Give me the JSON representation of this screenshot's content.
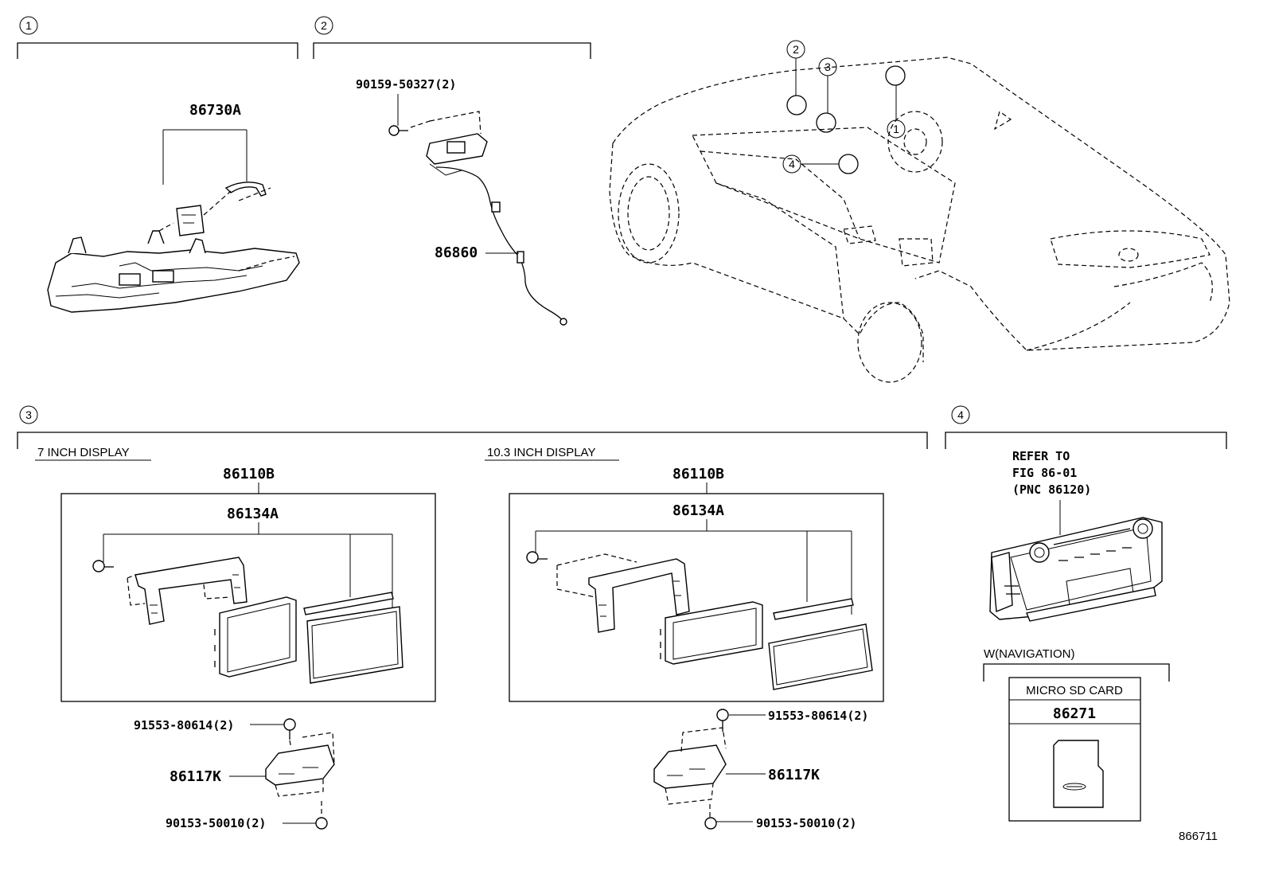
{
  "sections": [
    {
      "num": "1"
    },
    {
      "num": "2"
    },
    {
      "num": "3"
    },
    {
      "num": "4"
    }
  ],
  "car_callouts": [
    "2",
    "3",
    "1",
    "4"
  ],
  "parts": {
    "p86730A": "86730A",
    "p90159": "90159-50327(2)",
    "p86860": "86860",
    "display7": {
      "heading": "7 INCH DISPLAY",
      "p86110B": "86110B",
      "p86134A": "86134A",
      "p91553": "91553-80614(2)",
      "p86117K": "86117K",
      "p90153": "90153-50010(2)"
    },
    "display10": {
      "heading": "10.3 INCH DISPLAY",
      "p86110B": "86110B",
      "p86134A": "86134A",
      "p91553": "91553-80614(2)",
      "p86117K": "86117K",
      "p90153": "90153-50010(2)"
    },
    "refer": [
      "REFER TO",
      "FIG 86-01",
      "(PNC 86120)"
    ],
    "navigation": {
      "label": "W(NAVIGATION)",
      "card_title": "MICRO SD CARD",
      "card_part": "86271"
    }
  },
  "figure_id": "866711"
}
